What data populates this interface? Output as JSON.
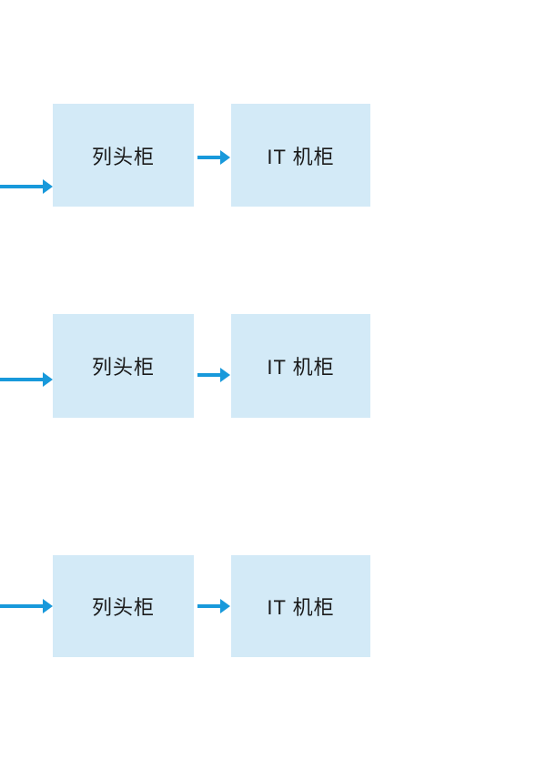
{
  "diagram": {
    "background": "#ffffff",
    "accent_color": "#1899db",
    "box_fill": "#d3eaf7",
    "text_color": "#1a1a1a",
    "rows": [
      {
        "source_label": "列头柜",
        "target_label": "IT 机柜"
      },
      {
        "source_label": "列头柜",
        "target_label": "IT 机柜"
      },
      {
        "source_label": "列头柜",
        "target_label": "IT 机柜"
      }
    ]
  }
}
